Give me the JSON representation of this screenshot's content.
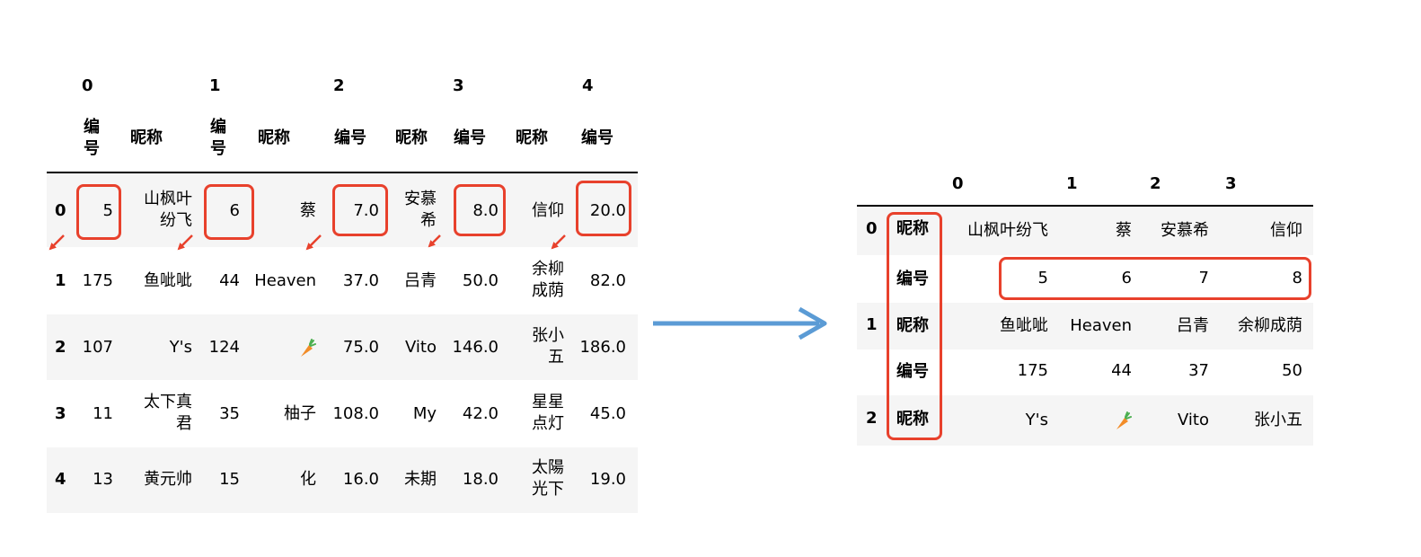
{
  "left_table": {
    "level0_headers": [
      "0",
      "1",
      "2",
      "3",
      "4"
    ],
    "level1_headers": [
      [
        "编",
        "号"
      ],
      "昵称",
      [
        "编",
        "号"
      ],
      "昵称",
      "编号",
      "昵称",
      "编号",
      "昵称",
      "编号"
    ],
    "rows": [
      {
        "index": "0",
        "cells": [
          "5",
          [
            "山枫叶",
            "纷飞"
          ],
          "6",
          "蔡",
          "7.0",
          [
            "安慕",
            "希"
          ],
          "8.0",
          "信仰",
          "20.0"
        ]
      },
      {
        "index": "1",
        "cells": [
          "175",
          "鱼呲呲",
          "44",
          "Heaven",
          "37.0",
          "吕青",
          "50.0",
          [
            "余柳",
            "成荫"
          ],
          "82.0"
        ]
      },
      {
        "index": "2",
        "cells": [
          "107",
          "Y's",
          "124",
          "carrot",
          "75.0",
          "Vito",
          "146.0",
          [
            "张小",
            "五"
          ],
          "186.0"
        ]
      },
      {
        "index": "3",
        "cells": [
          "11",
          [
            "太下真",
            "君"
          ],
          "35",
          "柚子",
          "108.0",
          "My",
          "42.0",
          [
            "星星",
            "点灯"
          ],
          "45.0"
        ]
      },
      {
        "index": "4",
        "cells": [
          "13",
          "黄元帅",
          "15",
          "化",
          "16.0",
          "未期",
          "18.0",
          [
            "太陽",
            "光下"
          ],
          "19.0"
        ]
      }
    ]
  },
  "right_table": {
    "col_headers": [
      "0",
      "1",
      "2",
      "3"
    ],
    "rows": [
      {
        "index": "0",
        "label": "昵称",
        "cells": [
          "山枫叶纷飞",
          "蔡",
          "安慕希",
          "信仰"
        ]
      },
      {
        "index": "",
        "label": "编号",
        "cells": [
          "5",
          "6",
          "7",
          "8"
        ]
      },
      {
        "index": "1",
        "label": "昵称",
        "cells": [
          "鱼呲呲",
          "Heaven",
          "吕青",
          "余柳成荫"
        ]
      },
      {
        "index": "",
        "label": "编号",
        "cells": [
          "175",
          "44",
          "37",
          "50"
        ]
      },
      {
        "index": "2",
        "label": "昵称",
        "cells": [
          "Y's",
          "carrot",
          "Vito",
          "张小五"
        ]
      }
    ]
  },
  "colors": {
    "highlight": "#e8412c",
    "arrow": "#5b9bd5",
    "row_band": "#f5f5f5"
  }
}
